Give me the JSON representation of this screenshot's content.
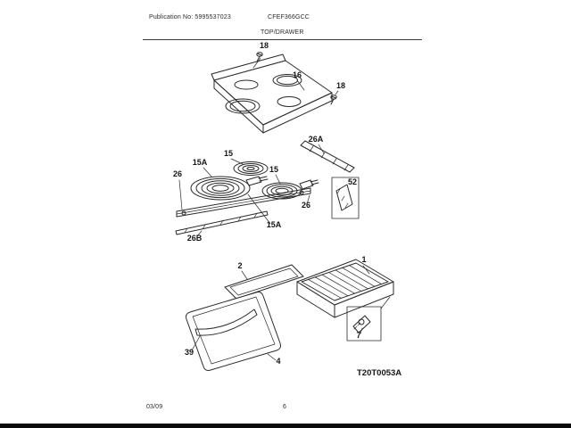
{
  "page": {
    "publication": "Publication No: 5995537023",
    "model": "CFEF366GCC",
    "section_title": "TOP/DRAWER",
    "date": "03/09",
    "page_number": "6"
  },
  "diagram": {
    "drawing_number": "T20T0053A",
    "callouts": {
      "screw_top": "18",
      "maintop": "16",
      "screw_right": "18",
      "bracket_26a": "26A",
      "element_15a_left": "15A",
      "element_15_back": "15",
      "element_15_right": "15",
      "support_26_left": "26",
      "support_26_right": "26",
      "element_15a_bottom": "15A",
      "strip_26b": "26B",
      "bracket_52": "52",
      "inner_panel_2": "2",
      "drawer_pan_1": "1",
      "glide_7": "7",
      "handle_39": "39",
      "front_panel_4": "4"
    }
  }
}
